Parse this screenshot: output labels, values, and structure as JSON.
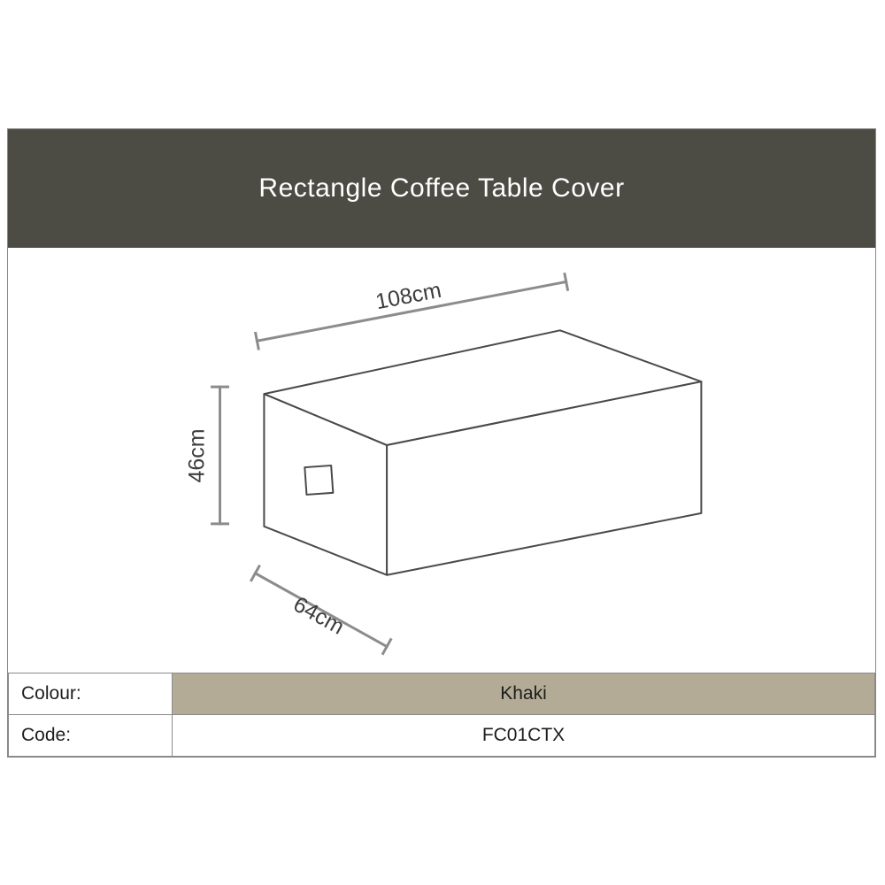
{
  "header": {
    "title": "Rectangle Coffee Table Cover",
    "bg_color": "#4c4b44",
    "text_color": "#ffffff"
  },
  "diagram": {
    "product": "rectangle coffee table cover box drawing",
    "dimensions": {
      "length": "108cm",
      "height": "46cm",
      "depth": "64cm"
    },
    "line_color": "#4a4a4a",
    "dimension_line_color": "#8c8c8c"
  },
  "spec_table": {
    "rows": [
      {
        "label": "Colour:",
        "value": "Khaki",
        "value_bg": "#b3ab96"
      },
      {
        "label": "Code:",
        "value": "FC01CTX",
        "value_bg": "#ffffff"
      }
    ]
  }
}
